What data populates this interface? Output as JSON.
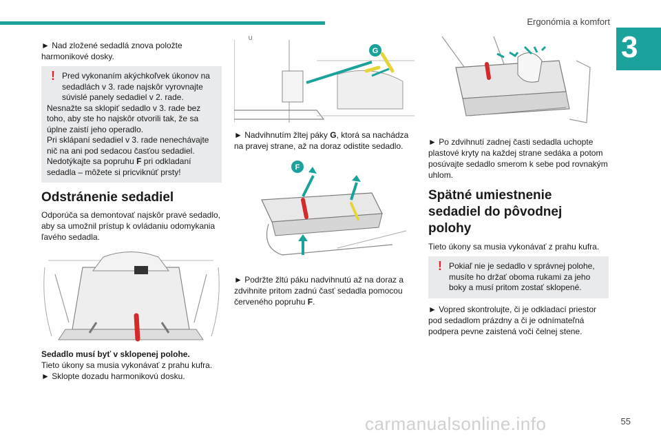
{
  "colors": {
    "accent": "#1aa29b",
    "warning": "#e41e2b",
    "box": "#e9eaec",
    "strap": "#d42a2a",
    "lever": "#e5d43a"
  },
  "header": {
    "title": "Ergonómia a komfort",
    "chapter": "3"
  },
  "col1": {
    "p1": "► Nad zložené sedadlá znova položte harmonikové dosky.",
    "warn_icon": "warning-exclamation",
    "warn_lines": [
      "Pred vykonaním akýchkoľvek úkonov na sedadlách v 3. rade najskôr vyrovnajte súvislé panely sedadiel v 2. rade.",
      "Nesnažte sa sklopiť sedadlo v 3. rade bez toho, aby ste ho najskôr otvorili tak, že sa úplne zaistí jeho operadlo.",
      "Pri sklápaní sedadiel v 3. rade nenechávajte nič na ani pod sedacou časťou sedadiel.",
      "Nedotýkajte sa popruhu ",
      "F",
      " pri odkladaní sedadla – môžete si pricviknúť prsty!"
    ],
    "heading": "Odstránenie sedadiel",
    "p2": "Odporúča sa demontovať najskôr pravé sedadlo, aby sa umožnil prístup k ovládaniu odomykania ľavého sedadla.",
    "cap_bold": "Sedadlo musí byť v sklopenej polohe.",
    "cap_1": "Tieto úkony sa musia vykonávať z prahu kufra.",
    "cap_2": "► Sklopte dozadu harmonikovú dosku."
  },
  "col2": {
    "label_g": "G",
    "label_f": "F",
    "p1a": "► Nadvihnutím žltej páky ",
    "p1b": "G",
    "p1c": ", ktorá sa nachádza na pravej strane, až na doraz odistite sedadlo.",
    "p2a": "► Podržte žltú páku nadvihnutú až na doraz a zdvihnite pritom zadnú časť sedadla pomocou červeného popruhu ",
    "p2b": "F",
    "p2c": "."
  },
  "col3": {
    "p1": "► Po zdvihnutí zadnej časti sedadla uchopte plastové kryty na každej strane sedáka a potom posúvajte sedadlo smerom k sebe pod rovnakým uhlom.",
    "heading": "Spätné umiestnenie sedadiel do pôvodnej polohy",
    "p2": "Tieto úkony sa musia vykonávať z prahu kufra.",
    "warn": "Pokiaľ nie je sedadlo v správnej polohe, musíte ho držať oboma rukami za jeho boky a musí pritom zostať sklopené.",
    "p3": "► Vopred skontrolujte, či je odkladací priestor pod sedadlom prázdny a či je odnímateľná podpera pevne zaistená voči čelnej stene."
  },
  "footer": {
    "page": "55",
    "watermark": "carmanualsonline.info"
  }
}
